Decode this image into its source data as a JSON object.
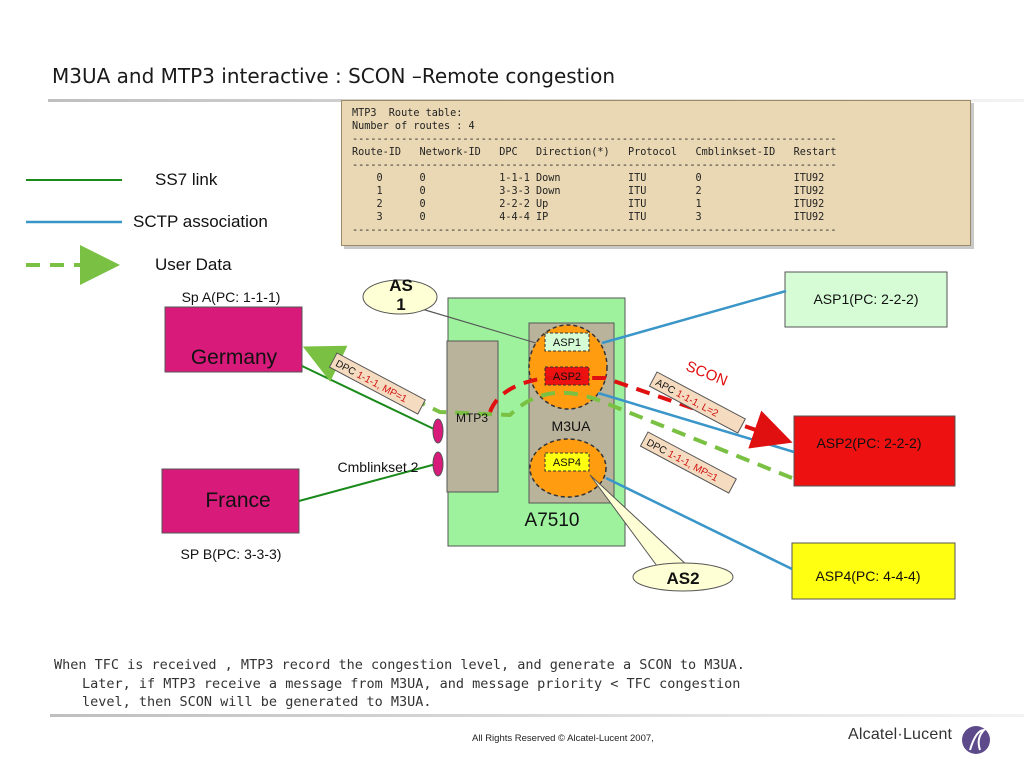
{
  "page": {
    "title": "M3UA and MTP3 interactive : SCON –Remote congestion"
  },
  "route_table": {
    "lines": [
      "MTP3  Route table:",
      "Number of routes : 4",
      "-------------------------------------------------------------------------------",
      "Route-ID   Network-ID   DPC   Direction(*)   Protocol   Cmblinkset-ID   Restart",
      "-------------------------------------------------------------------------------",
      "    0      0            1-1-1 Down           ITU        0               ITU92",
      "    1      0            3-3-3 Down           ITU        2               ITU92",
      "    2      0            2-2-2 Up             ITU        1               ITU92",
      "    3      0            4-4-4 IP             ITU        3               ITU92",
      "-------------------------------------------------------------------------------"
    ]
  },
  "legend": {
    "ss7_link": "SS7 link",
    "sctp_association": "SCTP association",
    "user_data": "User Data"
  },
  "colors": {
    "ss7": "#1a8a1a",
    "sctp": "#3a96c8",
    "user_data": "#7ac143",
    "scon": "#e01010",
    "germany": "#d81b7a",
    "france": "#d81b7a",
    "a7510": "#9ef29e",
    "asp_green": "#d6fcd6",
    "asp_red": "#ee1111",
    "asp_yellow": "#ffff11",
    "asp_orange": "#ff9c10",
    "label_tan": "#f5dcc0"
  },
  "nodes": {
    "sp_a_caption": "Sp A(PC: 1-1-1)",
    "germany": "Germany",
    "france": "France",
    "sp_b_caption": "SP B(PC: 3-3-3)",
    "cmblinkset": "Cmblinkset 2",
    "mtp3": "MTP3",
    "m3ua": "M3UA",
    "a7510": "A7510",
    "asp1_inner": "ASP1",
    "asp2_inner": "ASP2",
    "asp4_inner": "ASP4",
    "as1": "AS\n1",
    "as2": "AS2",
    "asp1_box": "ASP1(PC: 2-2-2)",
    "asp2_box": "ASP2(PC: 2-2-2)",
    "asp4_box": "ASP4(PC: 4-4-4)"
  },
  "messages": {
    "dpc_left_prefix": "DPC ",
    "dpc_left_value": "1-1-1, MP=1",
    "scon_label": "SCON",
    "apc_prefix": "APC ",
    "apc_value": "1-1-1, L=2",
    "dpc_right_prefix": "DPC ",
    "dpc_right_value": "1-1-1, MP=1"
  },
  "footer": {
    "note_line1": "When TFC is received , MTP3 record the congestion level, and generate a SCON to M3UA.",
    "note_line2": "Later, if MTP3 receive a message from M3UA, and message priority < TFC congestion",
    "note_line3": "level,  then SCON will be generated to M3UA.",
    "copyright": "All Rights Reserved © Alcatel-Lucent 2007,",
    "logo_text": "Alcatel·Lucent"
  }
}
